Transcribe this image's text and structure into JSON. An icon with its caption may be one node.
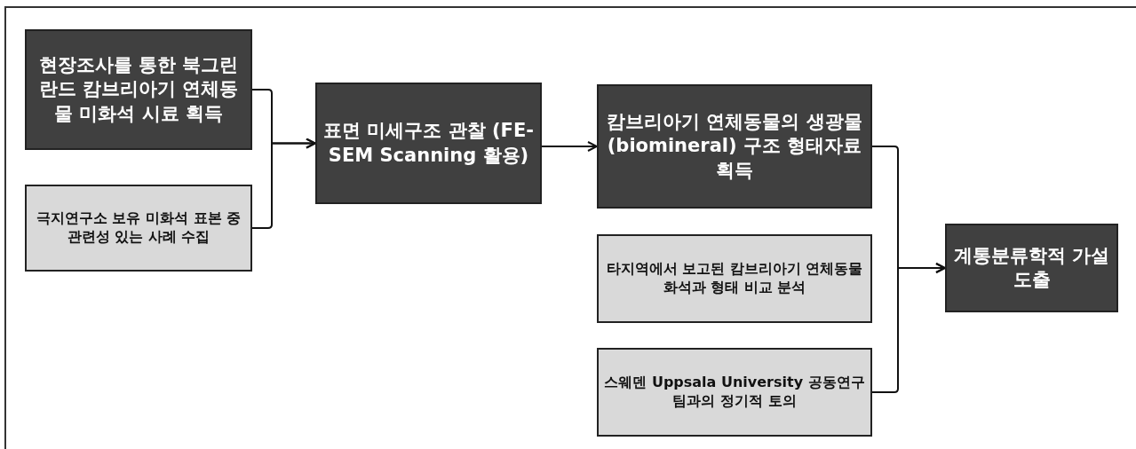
{
  "diagram": {
    "nodes": [
      {
        "text": [
          "현장조사를 통한 북그린란드 캄브리아기 연체동물 미화석 시료 획득"
        ]
      },
      {
        "text": [
          "극지연구소 보유 미화석 표본 중 관련성 있는 사례 수집"
        ]
      },
      {
        "text": [
          "표면 미세구조 관찰 (FE-SEM Scanning 활용)"
        ]
      },
      {
        "text": [
          "캄브리아기 연체동물의 생광물(biomineral) 구조 형태자료 획득"
        ]
      },
      {
        "text": [
          "타지역에서 보고된 캄브리아기 연체동물 화석과 형태 비교 분석"
        ]
      },
      {
        "text": [
          "스웨덴 Uppsala University 공동연구팀과의 정기적 토의"
        ]
      },
      {
        "text": [
          "계통분류학적 가설 도출"
        ]
      }
    ],
    "edges": [
      {
        "from": 0,
        "to": 2,
        "arrow": "to"
      },
      {
        "from": 1,
        "to": 2,
        "arrow": "to"
      },
      {
        "from": 2,
        "to": 3,
        "arrow": "to"
      },
      {
        "from": 3,
        "to": 6,
        "arrow": "to"
      },
      {
        "from": 5,
        "to": 6,
        "arrow": "to"
      }
    ]
  }
}
